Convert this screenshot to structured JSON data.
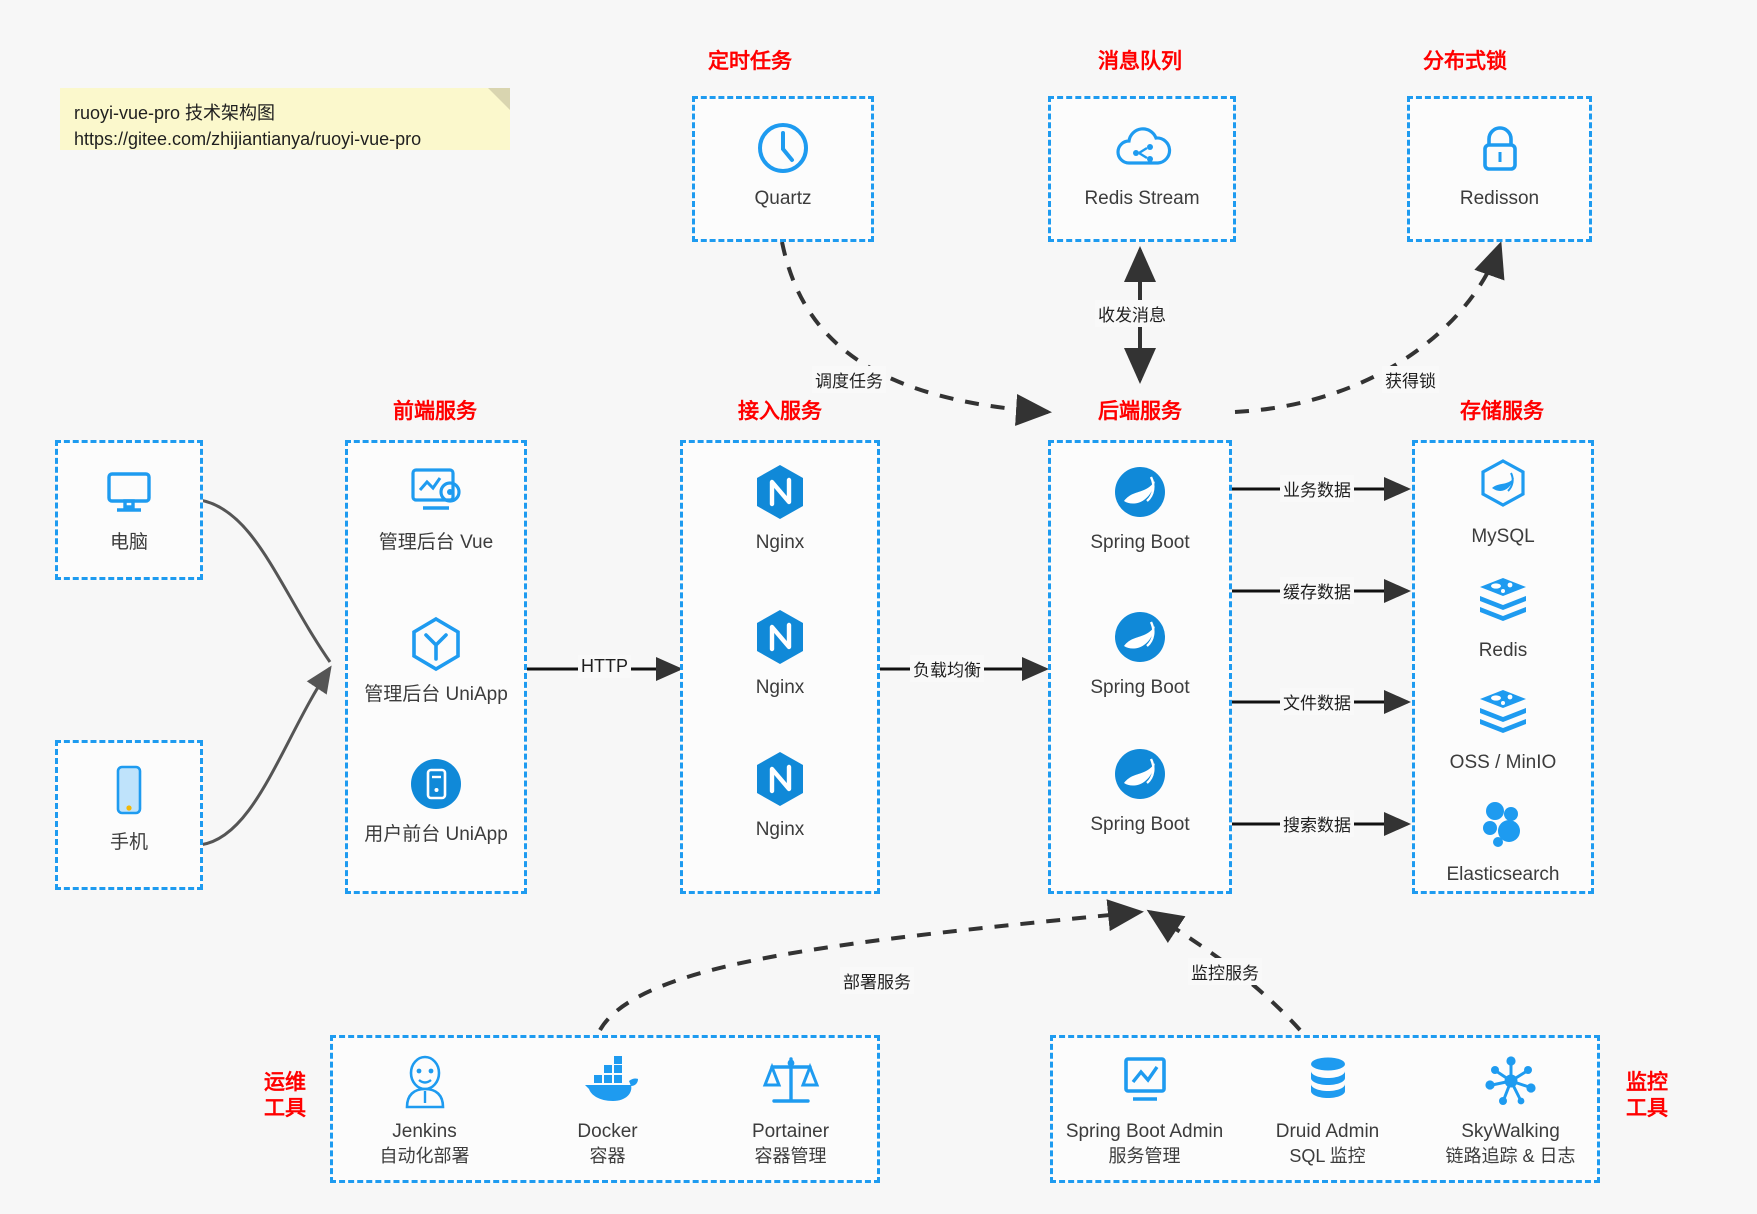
{
  "note": {
    "line1": "ruoyi-vue-pro 技术架构图",
    "line2": "https://gitee.com/zhijiantianya/ruoyi-vue-pro"
  },
  "colors": {
    "accent": "#1e9bf0",
    "title_red": "#ff0000",
    "note_bg": "#fbf8cc",
    "canvas": "#f7f7f7",
    "edge": "#333333"
  },
  "sections": {
    "scheduler": {
      "title": "定时任务"
    },
    "mq": {
      "title": "消息队列"
    },
    "lock": {
      "title": "分布式锁"
    },
    "frontend": {
      "title": "前端服务"
    },
    "gateway": {
      "title": "接入服务"
    },
    "backend": {
      "title": "后端服务"
    },
    "storage": {
      "title": "存储服务"
    },
    "devops": {
      "title": "运维\n工具",
      "title_l1": "运维",
      "title_l2": "工具"
    },
    "monitor": {
      "title": "监控\n工具",
      "title_l1": "监控",
      "title_l2": "工具"
    }
  },
  "nodes": {
    "quartz": {
      "label": "Quartz",
      "icon": "clock-icon"
    },
    "redis_stream": {
      "label": "Redis Stream",
      "icon": "cloud-stream-icon"
    },
    "redisson": {
      "label": "Redisson",
      "icon": "lock-icon"
    },
    "computer": {
      "label": "电脑",
      "icon": "desktop-icon"
    },
    "phone": {
      "label": "手机",
      "icon": "mobile-icon"
    },
    "admin_vue": {
      "label": "管理后台 Vue",
      "icon": "dashboard-icon"
    },
    "admin_uniapp": {
      "label": "管理后台 UniApp",
      "icon": "uniapp-cube-icon"
    },
    "user_uniapp": {
      "label": "用户前台 UniApp",
      "icon": "app-circle-icon"
    },
    "nginx1": {
      "label": "Nginx",
      "icon": "nginx-icon"
    },
    "nginx2": {
      "label": "Nginx",
      "icon": "nginx-icon"
    },
    "nginx3": {
      "label": "Nginx",
      "icon": "nginx-icon"
    },
    "springboot1": {
      "label": "Spring Boot",
      "icon": "spring-leaf-icon"
    },
    "springboot2": {
      "label": "Spring Boot",
      "icon": "spring-leaf-icon"
    },
    "springboot3": {
      "label": "Spring Boot",
      "icon": "spring-leaf-icon"
    },
    "mysql": {
      "label": "MySQL",
      "icon": "mysql-dolphin-icon"
    },
    "redis": {
      "label": "Redis",
      "icon": "redis-stack-icon"
    },
    "oss": {
      "label": "OSS / MinIO",
      "icon": "redis-stack-icon"
    },
    "elasticsearch": {
      "label": "Elasticsearch",
      "icon": "elasticsearch-icon"
    },
    "jenkins": {
      "label": "Jenkins",
      "sub": "自动化部署",
      "icon": "jenkins-butler-icon"
    },
    "docker": {
      "label": "Docker",
      "sub": "容器",
      "icon": "docker-whale-icon"
    },
    "portainer": {
      "label": "Portainer",
      "sub": "容器管理",
      "icon": "scales-icon"
    },
    "sba": {
      "label": "Spring Boot Admin",
      "sub": "服务管理",
      "icon": "monitor-chart-icon"
    },
    "druid": {
      "label": "Druid Admin",
      "sub": "SQL 监控",
      "icon": "database-icon"
    },
    "skywalking": {
      "label": "SkyWalking",
      "sub": "链路追踪 & 日志",
      "icon": "network-nodes-icon"
    }
  },
  "edges": {
    "schedule_task": "调度任务",
    "send_receive_msg": "收发消息",
    "acquire_lock": "获得锁",
    "http": "HTTP",
    "load_balance": "负载均衡",
    "business_data": "业务数据",
    "cache_data": "缓存数据",
    "file_data": "文件数据",
    "search_data": "搜索数据",
    "deploy_service": "部署服务",
    "monitor_service": "监控服务"
  }
}
